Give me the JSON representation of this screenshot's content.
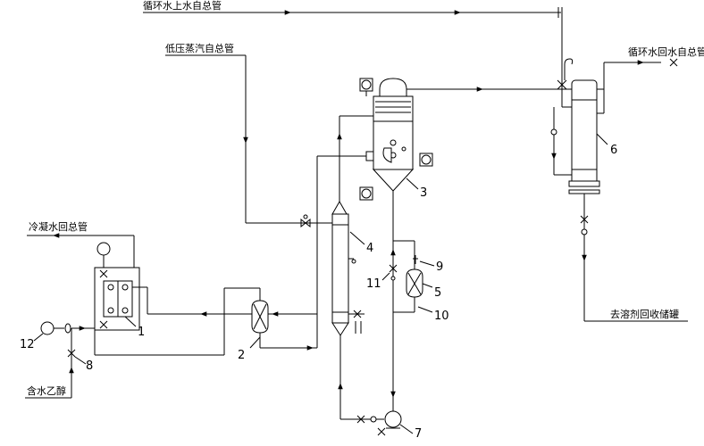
{
  "labels": {
    "circ_supply": "循环水上水自总管",
    "low_steam": "低压蒸汽自总管",
    "circ_return": "循环水回水自总管",
    "cond_return": "冷凝水回总管",
    "solvent_out": "去溶剂回收储罐",
    "ethanol_in": "含水乙醇"
  },
  "numbers": [
    "1",
    "2",
    "3",
    "4",
    "5",
    "6",
    "7",
    "8",
    "9",
    "10",
    "11",
    "12"
  ]
}
